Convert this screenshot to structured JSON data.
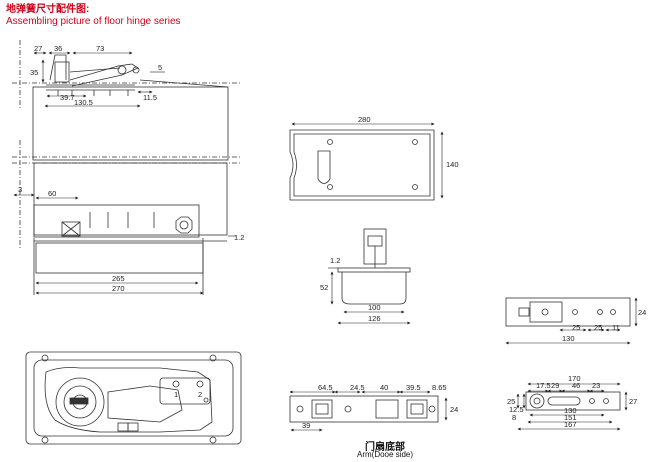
{
  "header": {
    "title_cn": "地弹簧尺寸配件图:",
    "title_en": "Assembling picture of floor hinge series"
  },
  "dims": {
    "top": [
      "27",
      "36",
      "73",
      "35",
      "5",
      "39.7",
      "11.5",
      "130.5"
    ],
    "body": [
      "3",
      "60",
      "1.2",
      "265",
      "270"
    ],
    "plate": [
      "280",
      "140"
    ],
    "cross": [
      "1.2",
      "52",
      "100",
      "126"
    ],
    "side": [
      "25",
      "25",
      "11",
      "24",
      "130"
    ],
    "arm": [
      "64.5",
      "24.5",
      "40",
      "39.5",
      "8.65",
      "39",
      "24"
    ],
    "arm2": [
      "170",
      "17.5",
      "29",
      "46",
      "23",
      "25",
      "12.5",
      "8",
      "130",
      "151",
      "167",
      "27"
    ]
  },
  "labels": {
    "port1": "1",
    "port2": "2"
  },
  "caption": {
    "cn": "门扇底部",
    "en": "Arm(Dooe side)"
  }
}
